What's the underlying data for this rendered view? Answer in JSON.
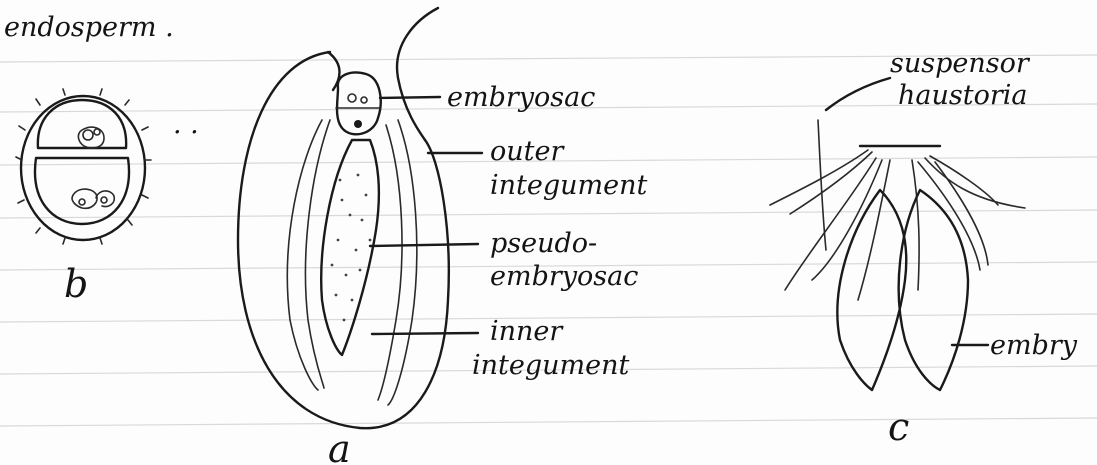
{
  "header_fragment": "endosperm .",
  "figure_b": {
    "letter": "b",
    "dots": ". ."
  },
  "figure_a": {
    "letter": "a",
    "labels": {
      "embryosac": "embryosac",
      "outer_1": "outer",
      "outer_2": "integument",
      "pseudo_1": "pseudo-",
      "pseudo_2": "embryosac",
      "inner_1": "inner",
      "inner_2": "integument"
    }
  },
  "figure_c": {
    "letter": "c",
    "labels": {
      "suspensor": "suspensor",
      "haustoria": "haustoria",
      "embryo": "embry"
    }
  },
  "colors": {
    "ink": "#1a1a1a",
    "paper": "#fdfdfd",
    "rule": "#d9d9d9"
  }
}
